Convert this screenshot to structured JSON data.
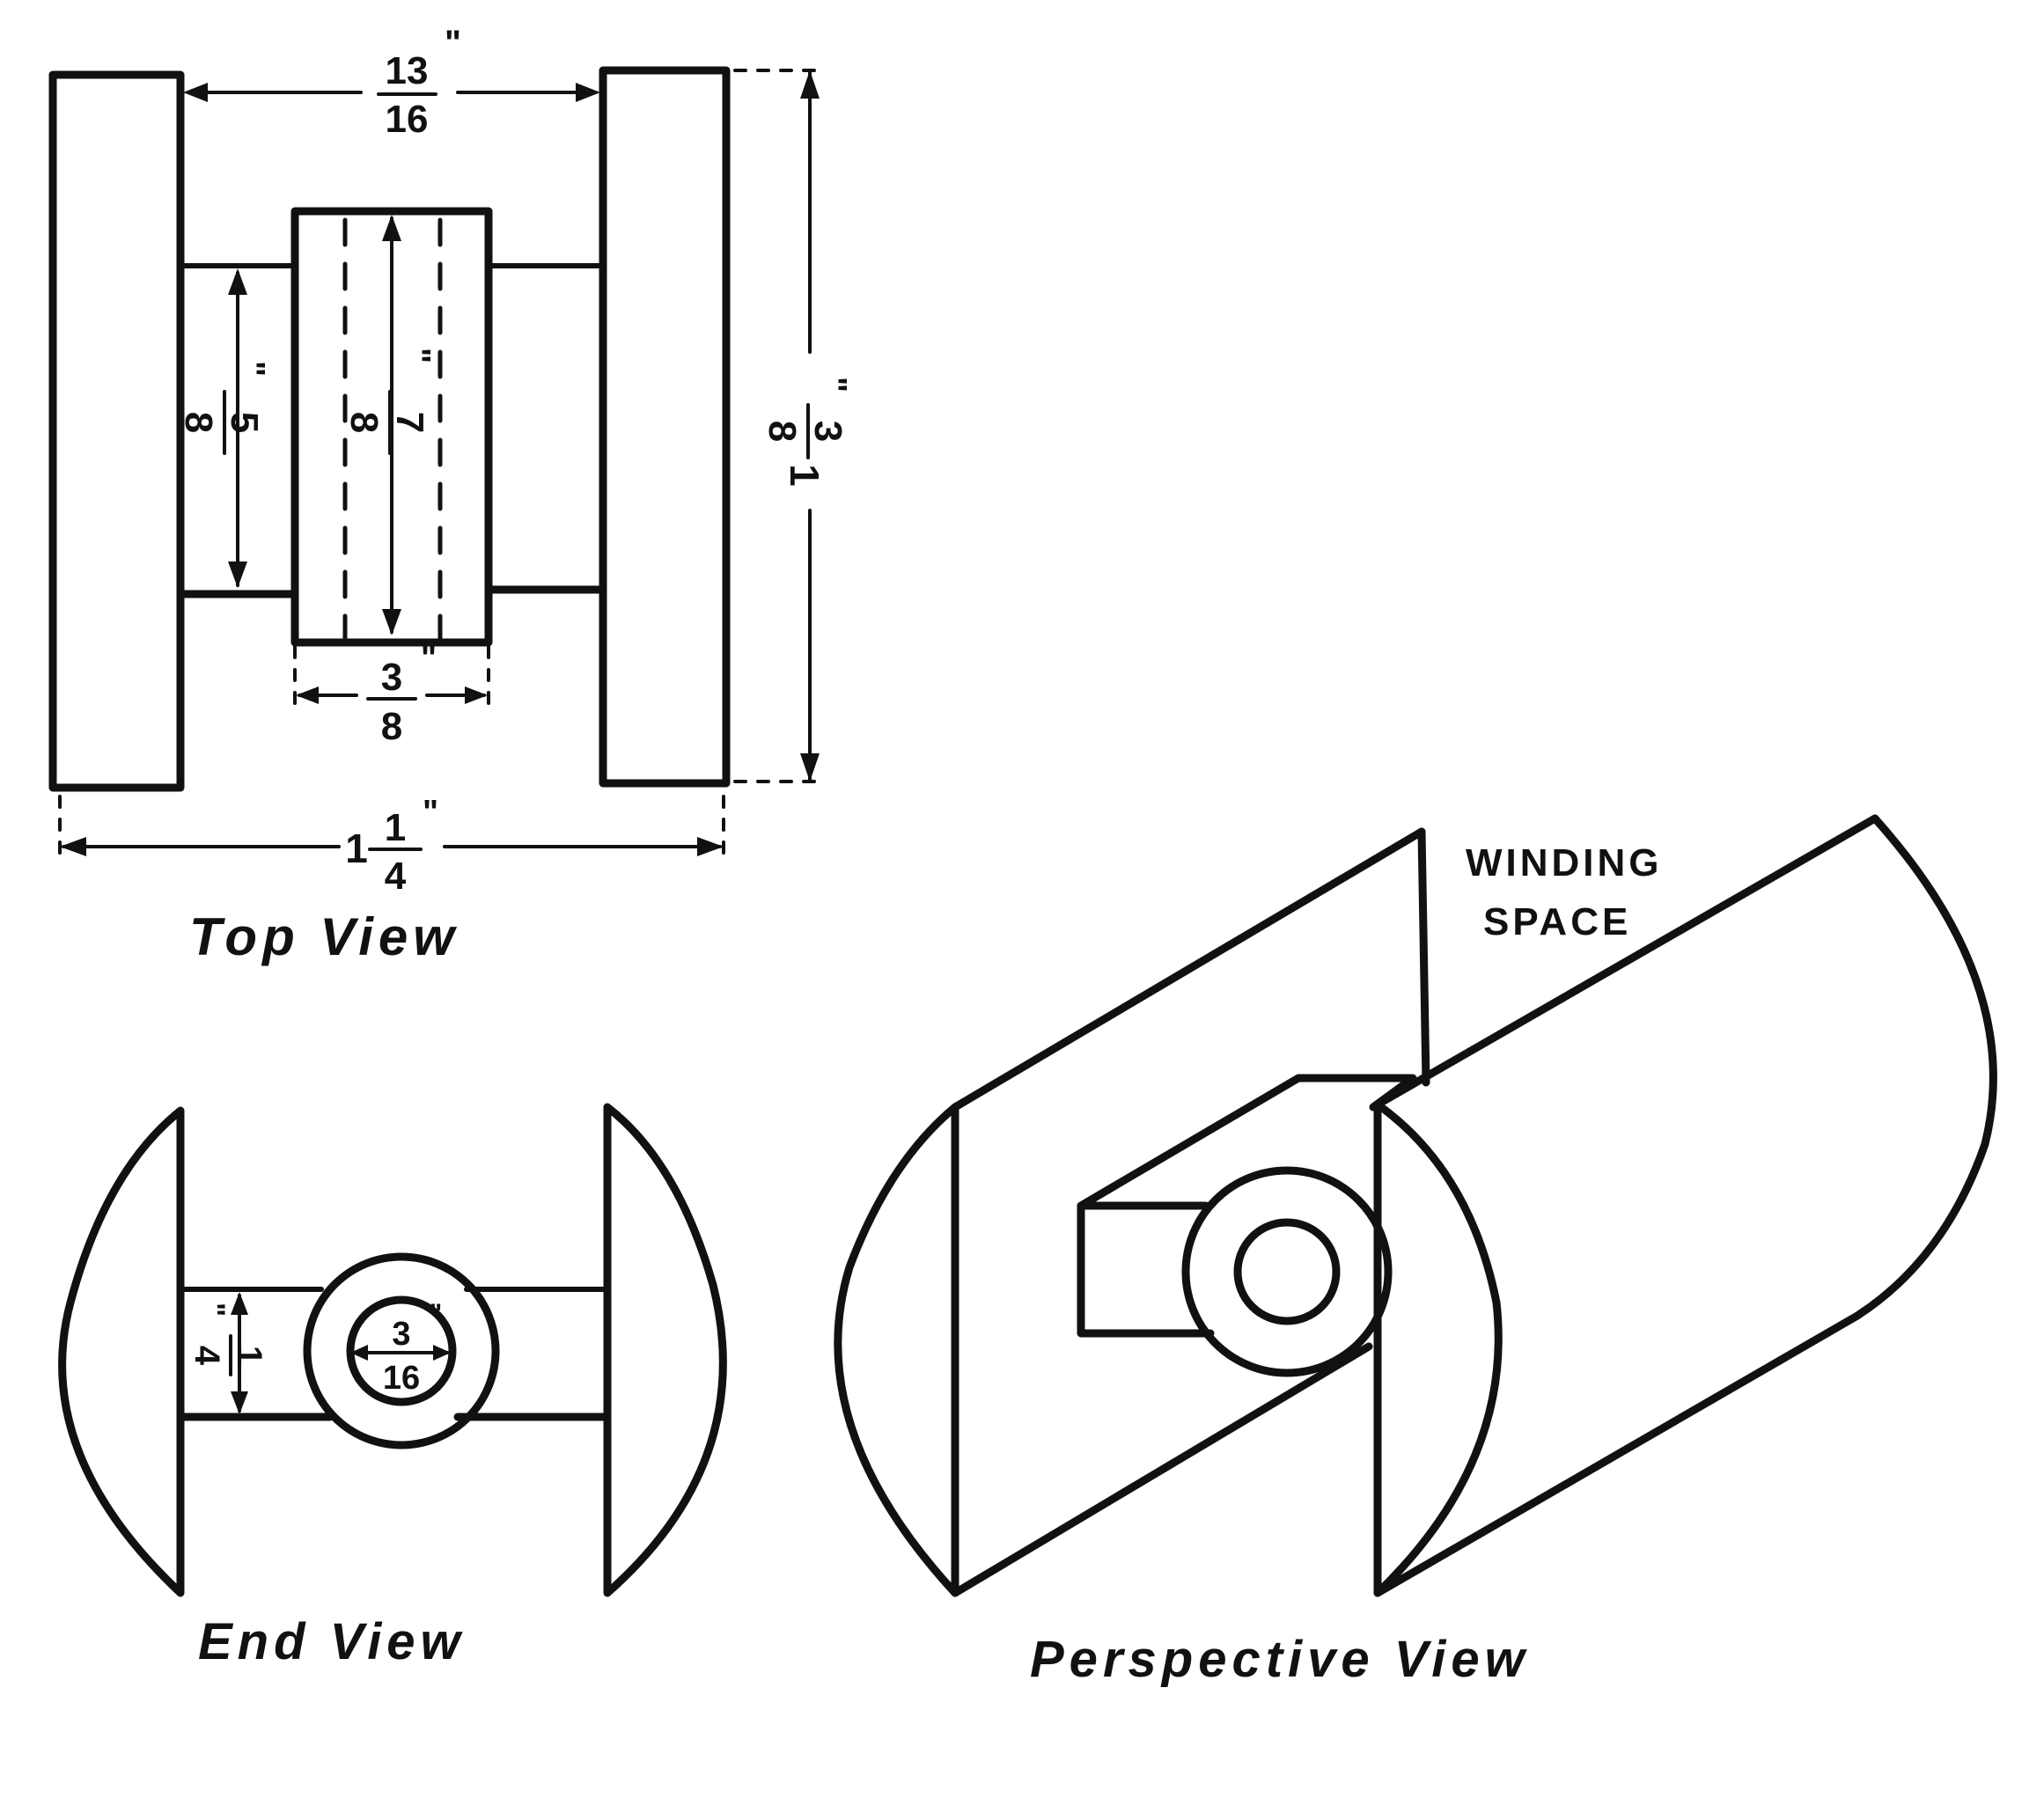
{
  "views": {
    "top": {
      "caption": "Top View",
      "dims": {
        "gap": {
          "num": "13",
          "den": "16",
          "unit": "\""
        },
        "core_inner": {
          "num": "5",
          "den": "8",
          "unit": "\""
        },
        "block_height": {
          "num": "7",
          "den": "8",
          "unit": "\""
        },
        "block_width": {
          "num": "3",
          "den": "8",
          "unit": "\""
        },
        "overall_height": {
          "whole": "1",
          "num": "3",
          "den": "8",
          "unit": "\""
        },
        "overall_width": {
          "whole": "1",
          "num": "1",
          "den": "4",
          "unit": "\""
        }
      }
    },
    "end": {
      "caption": "End View",
      "dims": {
        "core": {
          "num": "1",
          "den": "4",
          "unit": "\""
        },
        "hole": {
          "num": "3",
          "den": "16",
          "unit": "\""
        }
      }
    },
    "perspective": {
      "caption": "Perspective View",
      "annotation_line1": "WINDING",
      "annotation_line2": "SPACE"
    }
  }
}
